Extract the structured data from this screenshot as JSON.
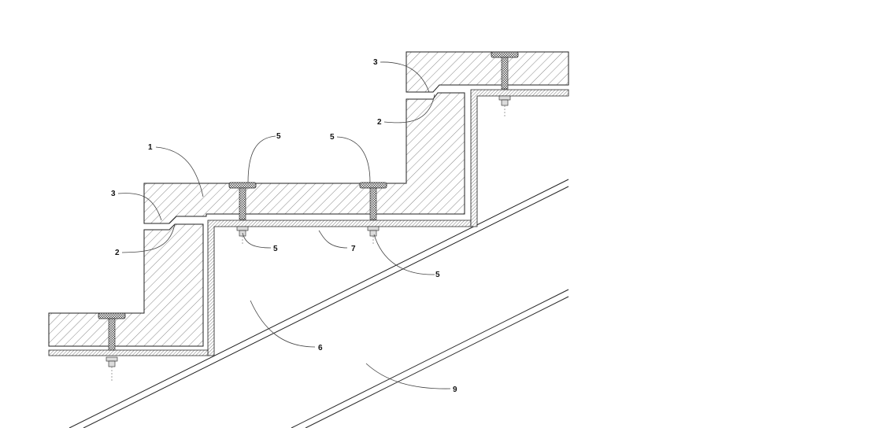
{
  "callouts": {
    "c1": "1",
    "c2a": "2",
    "c2b": "2",
    "c3a": "3",
    "c3b": "3",
    "c5a": "5",
    "c5b": "5",
    "c5c": "5",
    "c5d": "5",
    "c6": "6",
    "c7": "7",
    "c9": "9"
  },
  "colors": {
    "line": "#222222",
    "hatch": "#555555",
    "background": "#ffffff"
  }
}
